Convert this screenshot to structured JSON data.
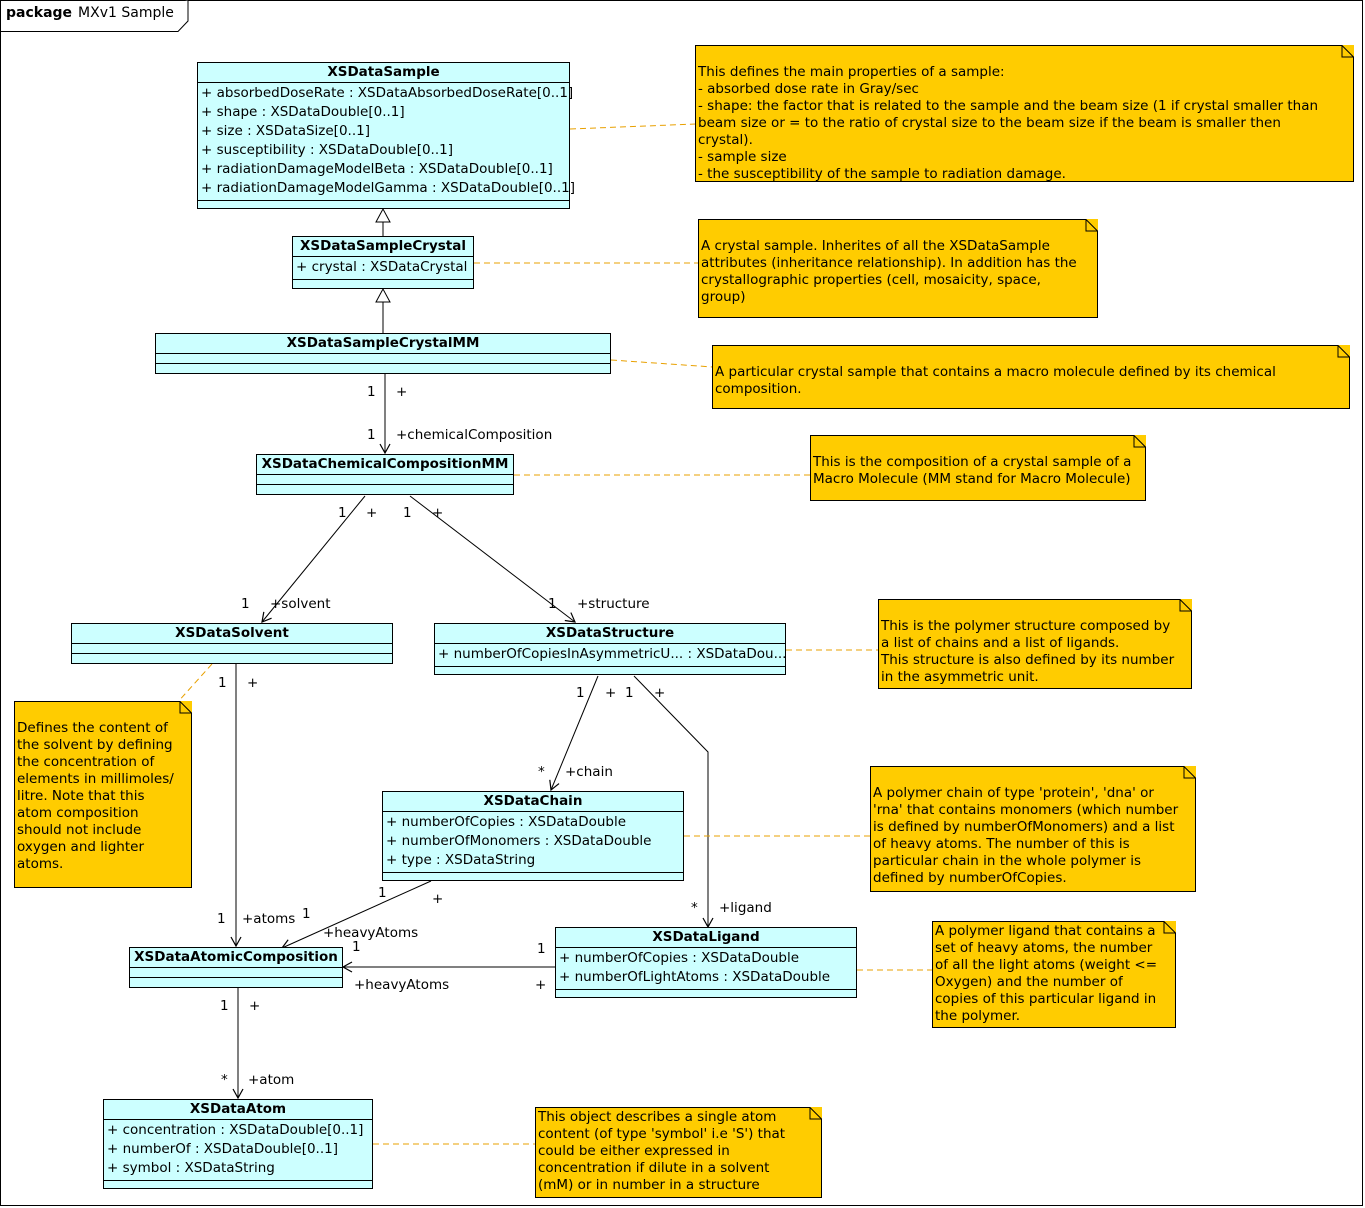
{
  "package": {
    "keyword": "package",
    "name": "MXv1 Sample"
  },
  "classes": {
    "sample": {
      "name": "XSDataSample",
      "attributes": [
        "+ absorbedDoseRate  : XSDataAbsorbedDoseRate[0..1]",
        "+ shape  : XSDataDouble[0..1]",
        "+ size  : XSDataSize[0..1]",
        "+ susceptibility  : XSDataDouble[0..1]",
        "+ radiationDamageModelBeta  : XSDataDouble[0..1]",
        "+ radiationDamageModelGamma  : XSDataDouble[0..1]"
      ]
    },
    "crystal": {
      "name": "XSDataSampleCrystal",
      "attributes": [
        "+ crystal  : XSDataCrystal"
      ]
    },
    "crystalmm": {
      "name": "XSDataSampleCrystalMM",
      "attributes": []
    },
    "chem": {
      "name": "XSDataChemicalCompositionMM",
      "attributes": []
    },
    "solvent": {
      "name": "XSDataSolvent",
      "attributes": []
    },
    "structure": {
      "name": "XSDataStructure",
      "attributes": [
        "+ numberOfCopiesInAsymmetricU...  : XSDataDou..."
      ]
    },
    "chain": {
      "name": "XSDataChain",
      "attributes": [
        "+ numberOfCopies  : XSDataDouble",
        "+ numberOfMonomers  : XSDataDouble",
        "+ type  : XSDataString"
      ]
    },
    "ligand": {
      "name": "XSDataLigand",
      "attributes": [
        "+ numberOfCopies  : XSDataDouble",
        "+ numberOfLightAtoms  : XSDataDouble"
      ]
    },
    "atomcomp": {
      "name": "XSDataAtomicComposition",
      "attributes": []
    },
    "atom": {
      "name": "XSDataAtom",
      "attributes": [
        "+ concentration  : XSDataDouble[0..1]",
        "+ numberOf  : XSDataDouble[0..1]",
        "+ symbol  : XSDataString"
      ]
    }
  },
  "notes": {
    "sample": "This defines the main properties of a sample:\n- absorbed dose rate in Gray/sec\n- shape: the factor that is related to the sample and the beam size (1 if crystal smaller than beam size or = to the ratio of crystal size to the beam size if the beam is smaller then crystal).\n- sample size\n- the susceptibility of the sample to radiation damage.",
    "crystal": "A crystal sample. Inherites of all the XSDataSample attributes (inheritance relationship). In addition has the crystallographic properties (cell, mosaicity, space, group)",
    "crystalmm": "A particular crystal sample that contains a macro molecule defined by its chemical composition.",
    "chem": "This is the composition of a crystal sample of a Macro Molecule (MM stand for Macro Molecule)",
    "structure": "This is the polymer structure composed by a list of chains and a list of ligands.\nThis structure is also defined by its number in the asymmetric unit.",
    "solvent": "Defines the content of the solvent by defining the concentration of elements in millimoles/ litre. Note that this atom composition should not include oxygen and lighter atoms.",
    "chain": "A polymer chain of type 'protein', 'dna' or 'rna' that contains monomers (which number is defined by numberOfMonomers) and a list of heavy atoms. The number of this is particular chain in the whole polymer is defined by numberOfCopies.",
    "ligand": "A polymer ligand that contains a set of heavy atoms, the number of all the light atoms (weight <= Oxygen) and the number of copies of this particular ligand in the polymer.",
    "atom": "This object describes a single atom content (of type 'symbol' i.e 'S') that could be either expressed in concentration if dilute in a solvent (mM) or in number in a structure"
  },
  "labels": {
    "mm_src_mult": "1",
    "mm_src_vis": "+",
    "mm_dst_mult": "1",
    "mm_role": "+chemicalComposition",
    "solv_src_mult": "1",
    "solv_src_vis": "+",
    "solv_dst_mult": "1",
    "solv_role": "+solvent",
    "struct_src_mult": "1",
    "struct_src_vis": "+",
    "struct_dst_mult": "1",
    "struct_role": "+structure",
    "chain_src_mult": "1",
    "chain_src_vis": "+",
    "chain_dst_mult": "*",
    "chain_role": "+chain",
    "lig_src_mult": "1",
    "lig_src_vis": "+",
    "lig_dst_mult": "*",
    "lig_role": "+ligand",
    "satoms_src_mult": "1",
    "satoms_src_vis": "+",
    "satoms_dst_mult": "1",
    "satoms_role": "+atoms",
    "cheavy_src_mult": "1",
    "cheavy_src_vis": "+",
    "cheavy_dst_mult": "1",
    "cheavy_role": "+heavyAtoms",
    "lheavy_src_mult": "1",
    "lheavy_src_vis": "+",
    "lheavy_dst_mult": "1",
    "lheavy_role": "+heavyAtoms",
    "atom_src_mult": "1",
    "atom_src_vis": "+",
    "atom_dst_mult": "*",
    "atom_role": "+atom"
  }
}
